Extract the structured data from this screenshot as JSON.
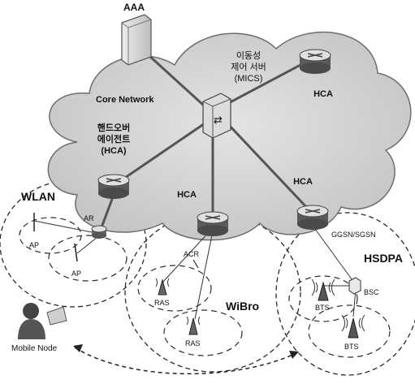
{
  "labels": {
    "aaa": "AAA",
    "mics_line1": "이동성",
    "mics_line2": "제어 서버",
    "mics_line3": "(MICS)",
    "core_network": "Core Network",
    "hca_top_right": "HCA",
    "hca_agent_line1": "핸드오버",
    "hca_agent_line2": "에이전트",
    "hca_agent_line3": "(HCA)",
    "hca_center": "HCA",
    "hca_right": "HCA",
    "wlan": "WLAN",
    "ar": "AR",
    "ap_1": "AP",
    "ap_2": "AP",
    "acr": "ACR",
    "ggsn_sgsn": "GGSN/SGSN",
    "hsdpa": "HSDPA",
    "bsc": "BSC",
    "ras_1": "RAS",
    "ras_2": "RAS",
    "wibro": "WiBro",
    "bts_1": "BTS",
    "bts_2": "BTS",
    "mobile_node": "Mobile Node"
  },
  "icons": {
    "router": "router-icon",
    "server": "server-icon",
    "switch": "switch-icon",
    "antenna": "antenna-icon",
    "person": "person-icon"
  },
  "colors": {
    "cloud_fill": "#d2d2d2",
    "cloud_stroke": "#6e6e6e",
    "device_dark": "#5a5a5a",
    "device_light": "#e0e0e0",
    "link": "#555555",
    "dashed": "#222222"
  }
}
